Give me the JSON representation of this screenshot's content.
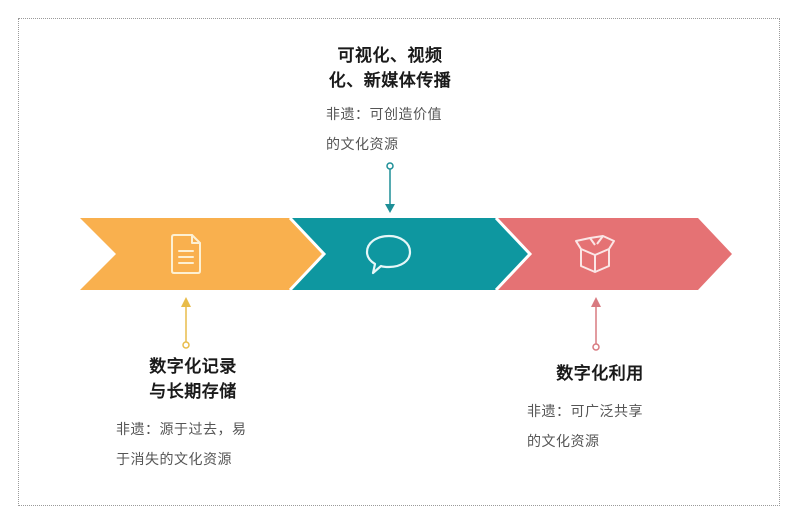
{
  "colors": {
    "orange": "#F9B04E",
    "teal": "#0E97A0",
    "red": "#E57274",
    "orange_line": "#E8BC4A",
    "teal_line": "#1D8F97",
    "red_line": "#D87A80",
    "title_text": "#1a1a1a",
    "desc_text": "#555555"
  },
  "stages": [
    {
      "id": "record",
      "icon": "document-icon",
      "title_lines": [
        "数字化记录",
        "与长期存储"
      ],
      "desc_lines": [
        "非遗：源于过去，易",
        "于消失的文化资源"
      ],
      "position": "below"
    },
    {
      "id": "spread",
      "icon": "speech-bubble-icon",
      "title_lines": [
        "可视化、视频",
        "化、新媒体传播"
      ],
      "desc_lines": [
        "非遗：可创造价值",
        "的文化资源"
      ],
      "position": "above"
    },
    {
      "id": "use",
      "icon": "open-box-icon",
      "title_lines": [
        "数字化利用"
      ],
      "desc_lines": [
        "非遗：可广泛共享",
        "的文化资源"
      ],
      "position": "below"
    }
  ]
}
